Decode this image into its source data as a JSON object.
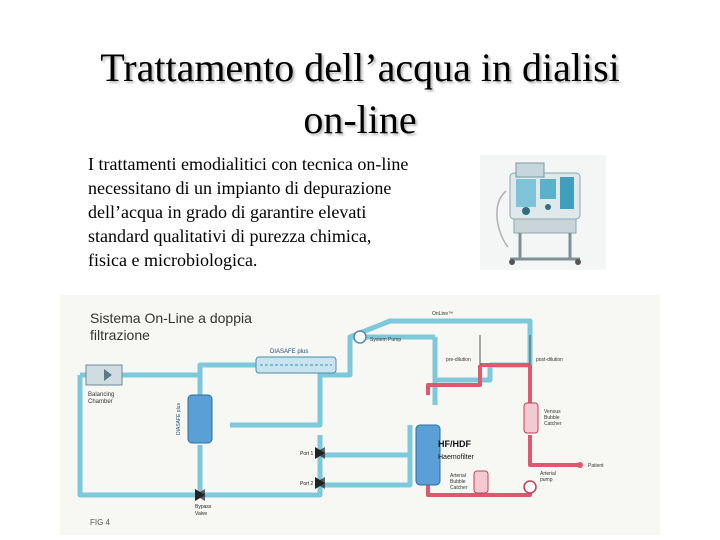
{
  "slide": {
    "title_line1": "Trattamento dell’acqua in dialisi",
    "title_line2": "on-line",
    "body_lines": [
      "I trattamenti emodialitici con tecnica on-line",
      "necessitano di un impianto di depurazione",
      "dell’acqua in grado di garantire elevati",
      "standard qualitativi di purezza chimica,",
      "fisica e microbiologica."
    ]
  },
  "diagram": {
    "title_line1": "Sistema On-Line a doppia",
    "title_line2": "filtrazione",
    "labels": {
      "online": "OnLine™",
      "system_pump": "System Pump",
      "diasafe_top": "DIASAFE plus",
      "diasafe_side": "DIASAFE plus",
      "balancing_chamber_1": "Balancing",
      "balancing_chamber_2": "Chamber",
      "pre_dilution": "pre-dilution",
      "post_dilution": "post-dilution",
      "port1": "Port 1",
      "port2": "Port 2",
      "bypass_1": "Bypass",
      "bypass_2": "Valve",
      "hf_line1": "HF/HDF",
      "hf_line2": "Haemofilter",
      "arterial_1": "Arterial",
      "arterial_2": "Bubble",
      "arterial_3": "Catcher",
      "venous_1": "Venous",
      "venous_2": "Bubble",
      "venous_3": "Catcher",
      "patient": "Patient",
      "arterial_pump_1": "Arterial",
      "arterial_pump_2": "pump",
      "fig": "FIG 4"
    },
    "colors": {
      "dialysate_line": "#7ec8dc",
      "blood_line": "#e0586e",
      "filter_blue": "#5aa0d6",
      "background": "#f7f7f4"
    }
  }
}
